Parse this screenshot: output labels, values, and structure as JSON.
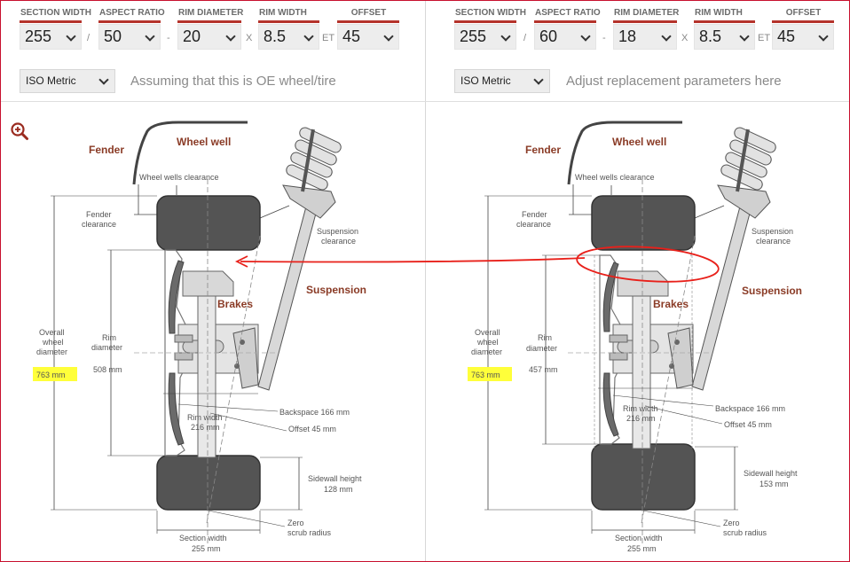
{
  "field_labels": {
    "section_width": "SECTION WIDTH",
    "aspect_ratio": "ASPECT RATIO",
    "rim_diameter": "RIM DIAMETER",
    "rim_width": "RIM WIDTH",
    "offset": "OFFSET"
  },
  "separators": {
    "slash": "/",
    "dash": "-",
    "x": "X",
    "et": "ET"
  },
  "left": {
    "section_width": "255",
    "aspect_ratio": "50",
    "rim_diameter": "20",
    "rim_width": "8.5",
    "offset": "45",
    "units": "ISO Metric",
    "note": "Assuming that this is OE wheel/tire",
    "diagram": {
      "overall_diameter": "763 mm",
      "rim_diameter": "508 mm",
      "rim_width": "216 mm",
      "backspace": "Backspace 166 mm",
      "offset": "Offset 45 mm",
      "sidewall_height": "128 mm",
      "section_width": "255 mm"
    }
  },
  "right": {
    "section_width": "255",
    "aspect_ratio": "60",
    "rim_diameter": "18",
    "rim_width": "8.5",
    "offset": "45",
    "units": "ISO Metric",
    "note": "Adjust replacement parameters here",
    "diagram": {
      "overall_diameter": "763 mm",
      "rim_diameter": "457 mm",
      "rim_width": "216 mm",
      "backspace": "Backspace 166 mm",
      "offset": "Offset 45 mm",
      "sidewall_height": "153 mm",
      "section_width": "255 mm"
    }
  },
  "diagram_labels": {
    "fender": "Fender",
    "wheel_well": "Wheel well",
    "wheel_wells_clearance": "Wheel wells clearance",
    "fender_clearance_1": "Fender",
    "fender_clearance_2": "clearance",
    "suspension_clearance_1": "Suspension",
    "suspension_clearance_2": "clearance",
    "suspension": "Suspension",
    "brakes": "Brakes",
    "overall_1": "Overall",
    "overall_2": "wheel",
    "overall_3": "diameter",
    "rim_1": "Rim",
    "rim_2": "diameter",
    "rim_width": "Rim width",
    "sidewall": "Sidewall height",
    "zero_1": "Zero",
    "zero_2": "scrub radius",
    "section_width": "Section width"
  },
  "colors": {
    "accent": "#b5332b",
    "highlight": "#ffff3a",
    "annotation": "#e8201a",
    "tire": "#555555"
  }
}
